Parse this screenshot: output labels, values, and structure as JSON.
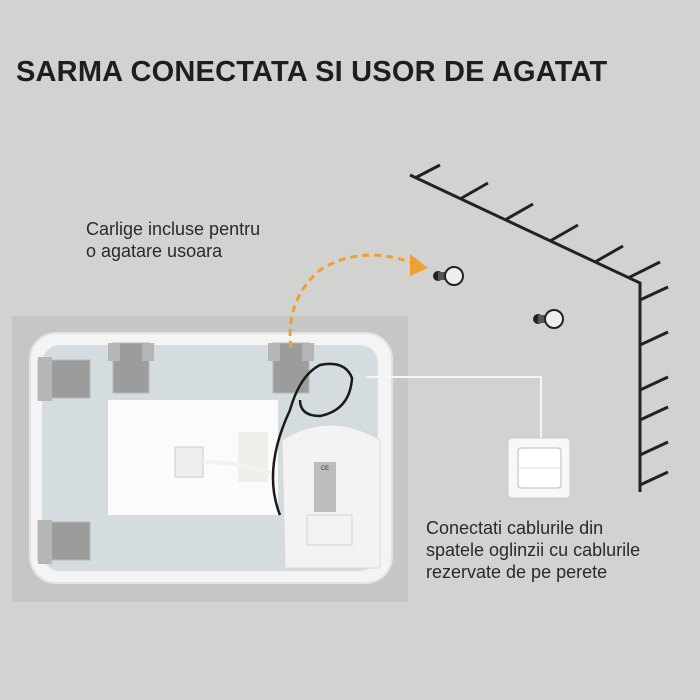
{
  "title": "SARMA CONECTATA SI USOR DE AGATAT",
  "captions": {
    "hooks": "Carlige incluse pentru\no agatare usoara",
    "wires": "Conectati cablurile din\nspatele oglinzii cu cablurile\nrezervate de pe perete"
  },
  "colors": {
    "background": "#d2d2d0",
    "arrow": "#f0a030",
    "text": "#1e1e1e"
  },
  "label_marks": {
    "ce": "CE"
  }
}
